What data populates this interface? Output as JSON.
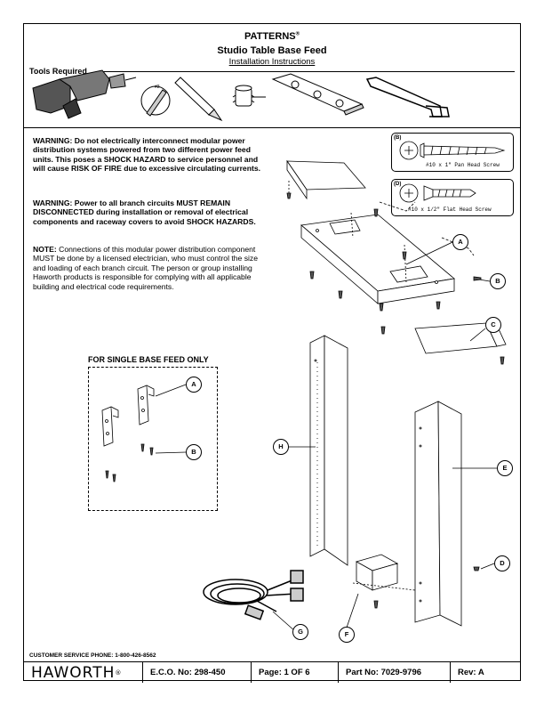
{
  "header": {
    "brand": "PATTERNS",
    "trademark": "®",
    "title": "Studio Table Base Feed",
    "subtitle": "Installation Instructions"
  },
  "tools": {
    "label": "Tools Required",
    "bit_label": "#2",
    "icons": [
      "drill-icon",
      "phillips-bit-icon",
      "pencil-icon",
      "hole-saw-icon",
      "template-icon",
      "hacksaw-icon"
    ]
  },
  "warnings": {
    "w1": "WARNING:  Do not electrically interconnect modular power distribution systems powered from two different power feed units.  This poses a SHOCK HAZARD to service personnel and will cause RISK OF FIRE due to excessive circulating currents.",
    "w2": "WARNING:  Power to all branch circuits MUST REMAIN DISCONNECTED during installation or removal of electrical components and raceway covers to avoid SHOCK HAZARDS.",
    "note_label": "NOTE:",
    "note": " Connections of this modular power distribution component MUST be done by a licensed electrician, who must control the size and loading of each branch circuit.  The person or group installing Haworth products is responsible for complying with all applicable building and electrical code requirements."
  },
  "screws": {
    "b_tag": "(B)",
    "b_caption": "#10 x 1\" Pan Head Screw",
    "d_tag": "(D)",
    "d_caption": "#10 x 1/2\" Flat Head Screw"
  },
  "single_feed_label": "FOR SINGLE BASE FEED ONLY",
  "callouts": {
    "A": "A",
    "B": "B",
    "C": "C",
    "D": "D",
    "E": "E",
    "F": "F",
    "G": "G",
    "H": "H"
  },
  "footer": {
    "service": "CUSTOMER SERVICE PHONE: 1-800-426-8562",
    "logo": "HAWORTH",
    "logo_mark": "®",
    "eco": "E.C.O. No: 298-450",
    "page": "Page:  1 OF 6",
    "part": "Part No:  7029-9796",
    "rev": "Rev:  A"
  }
}
